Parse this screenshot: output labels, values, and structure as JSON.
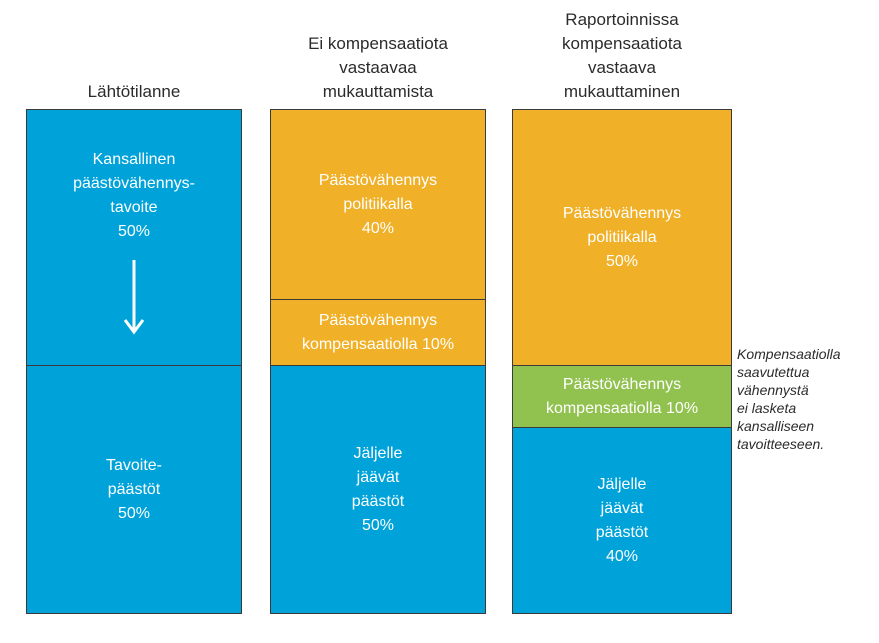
{
  "colors": {
    "blue": "#00a3d9",
    "orange": "#f0b027",
    "green": "#91c24f",
    "border": "#3a3a3a"
  },
  "columns": [
    {
      "title": "Lähtötilanne",
      "segments": [
        {
          "label": "Kansallinen\npäästövähennys-\ntavoite\n50%",
          "share": 50,
          "color": "blue"
        },
        {
          "label": "Tavoite-\npäästöt\n50%",
          "share": 50,
          "color": "blue"
        }
      ],
      "arrow_icon": "down-arrow-icon"
    },
    {
      "title": "Ei kompensaatiota\nvastaavaa\nmukauttamista",
      "segments": [
        {
          "label": "Päästövähennys\npolitiikalla\n40%",
          "share": 40,
          "color": "orange"
        },
        {
          "label": "Päästövähennys\nkompensaatiolla 10%",
          "share": 10,
          "color": "orange"
        },
        {
          "label": "Jäljelle\njäävät\npäästöt\n50%",
          "share": 50,
          "color": "blue"
        }
      ]
    },
    {
      "title": "Raportoinnissa\nkompensaatiota\nvastaava\nmukauttaminen",
      "segments": [
        {
          "label": "Päästövähennys\npolitiikalla\n50%",
          "share": 50,
          "color": "orange"
        },
        {
          "label": "Päästövähennys\nkompensaatiolla 10%",
          "share": 10,
          "color": "green"
        },
        {
          "label": "Jäljelle\njäävät\npäästöt\n40%",
          "share": 40,
          "color": "blue"
        }
      ]
    }
  ],
  "note": "Kompensaatiolla\nsaavutettua\nvähennystä\nei lasketa\nkansalliseen\ntavoitteeseen."
}
